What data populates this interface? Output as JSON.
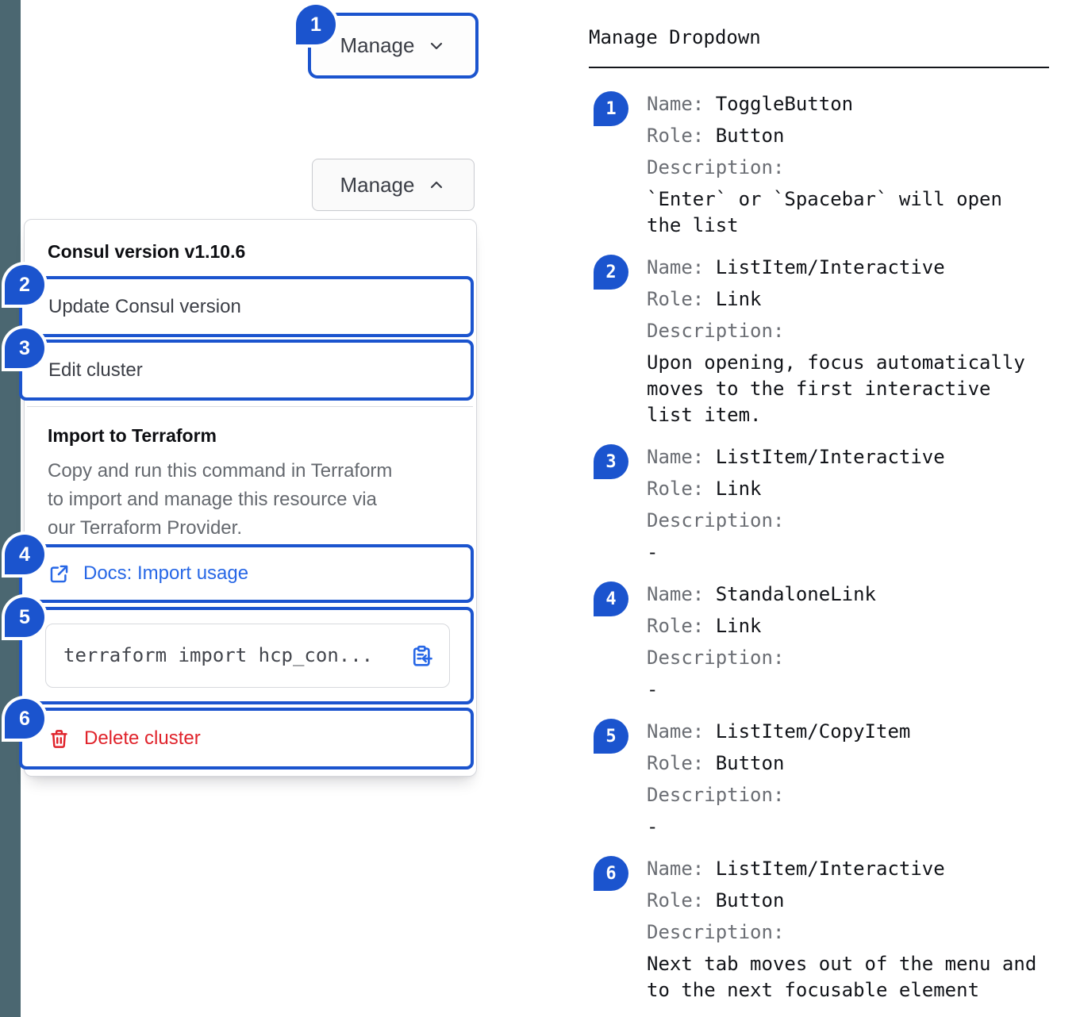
{
  "colors": {
    "accent_blue": "#1b54ce",
    "link_blue": "#2767e6",
    "danger_red": "#e0232b",
    "side_strip": "#4b6771"
  },
  "left": {
    "toggle_closed": {
      "badge": "1",
      "label": "Manage"
    },
    "toggle_open": {
      "label": "Manage"
    },
    "menu": {
      "version_header": "Consul version v1.10.6",
      "update_item": {
        "badge": "2",
        "label": "Update Consul version"
      },
      "edit_item": {
        "badge": "3",
        "label": "Edit cluster"
      },
      "import_header": "Import to Terraform",
      "import_description": "Copy and run this command in Terraform to import and manage this resource via our Terraform Provider.",
      "import_description_lines": [
        "Copy and run this command in Terraform",
        "to import and manage this resource via",
        "our Terraform Provider."
      ],
      "docs_link": {
        "badge": "4",
        "label": "Docs: Import usage"
      },
      "copy_item": {
        "badge": "5",
        "code": "terraform import hcp_con..."
      },
      "delete_item": {
        "badge": "6",
        "label": "Delete cluster"
      }
    }
  },
  "right": {
    "title": "Manage Dropdown",
    "labels": {
      "name": "Name:",
      "role": "Role:",
      "description": "Description:"
    },
    "items": [
      {
        "num": "1",
        "name": "ToggleButton",
        "role": "Button",
        "desc_lines": [
          "`Enter` or `Spacebar` will open",
          "the list"
        ]
      },
      {
        "num": "2",
        "name": "ListItem/Interactive",
        "role": "Link",
        "desc_lines": [
          "Upon opening, focus automatically",
          "moves to the first interactive",
          "list item."
        ]
      },
      {
        "num": "3",
        "name": "ListItem/Interactive",
        "role": "Link",
        "desc_lines": [
          "-"
        ]
      },
      {
        "num": "4",
        "name": "StandaloneLink",
        "role": "Link",
        "desc_lines": [
          "-"
        ]
      },
      {
        "num": "5",
        "name": "ListItem/CopyItem",
        "role": "Button",
        "desc_lines": [
          "-"
        ]
      },
      {
        "num": "6",
        "name": "ListItem/Interactive",
        "role": "Button",
        "desc_lines": [
          "Next tab moves out of the menu and",
          "to the next focusable element"
        ]
      }
    ]
  }
}
